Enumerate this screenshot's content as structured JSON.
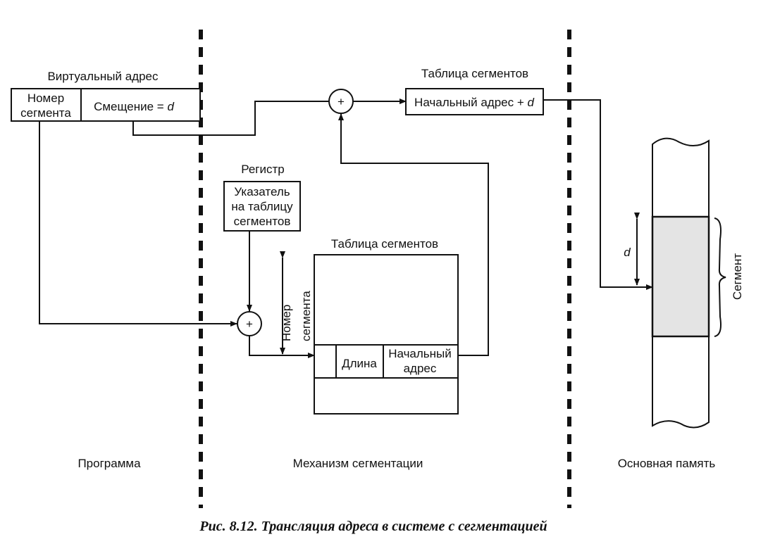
{
  "virtual_address": {
    "title": "Виртуальный адрес",
    "segment_number": [
      "Номер",
      "сегмента"
    ],
    "offset_label": "Смещение = ",
    "offset_var": "d"
  },
  "segment_table_top": {
    "title": "Таблица сегментов",
    "entry_label": "Начальный адрес + ",
    "entry_var": "d"
  },
  "register": {
    "title": "Регистр",
    "box_lines": [
      "Указатель",
      "на таблицу",
      "сегментов"
    ]
  },
  "segment_table": {
    "title": "Таблица сегментов",
    "index_label": [
      "Номер",
      "сегмента"
    ],
    "length_label": "Длина",
    "start_label": [
      "Начальный",
      "адрес"
    ]
  },
  "adders": {
    "symbol": "+"
  },
  "main_memory": {
    "offset_var": "d",
    "segment_label": "Сегмент"
  },
  "zones": {
    "program": "Программа",
    "mechanism": "Механизм сегментации",
    "memory": "Основная память"
  },
  "caption": "Рис. 8.12. Трансляция адреса в системе с сегментацией"
}
